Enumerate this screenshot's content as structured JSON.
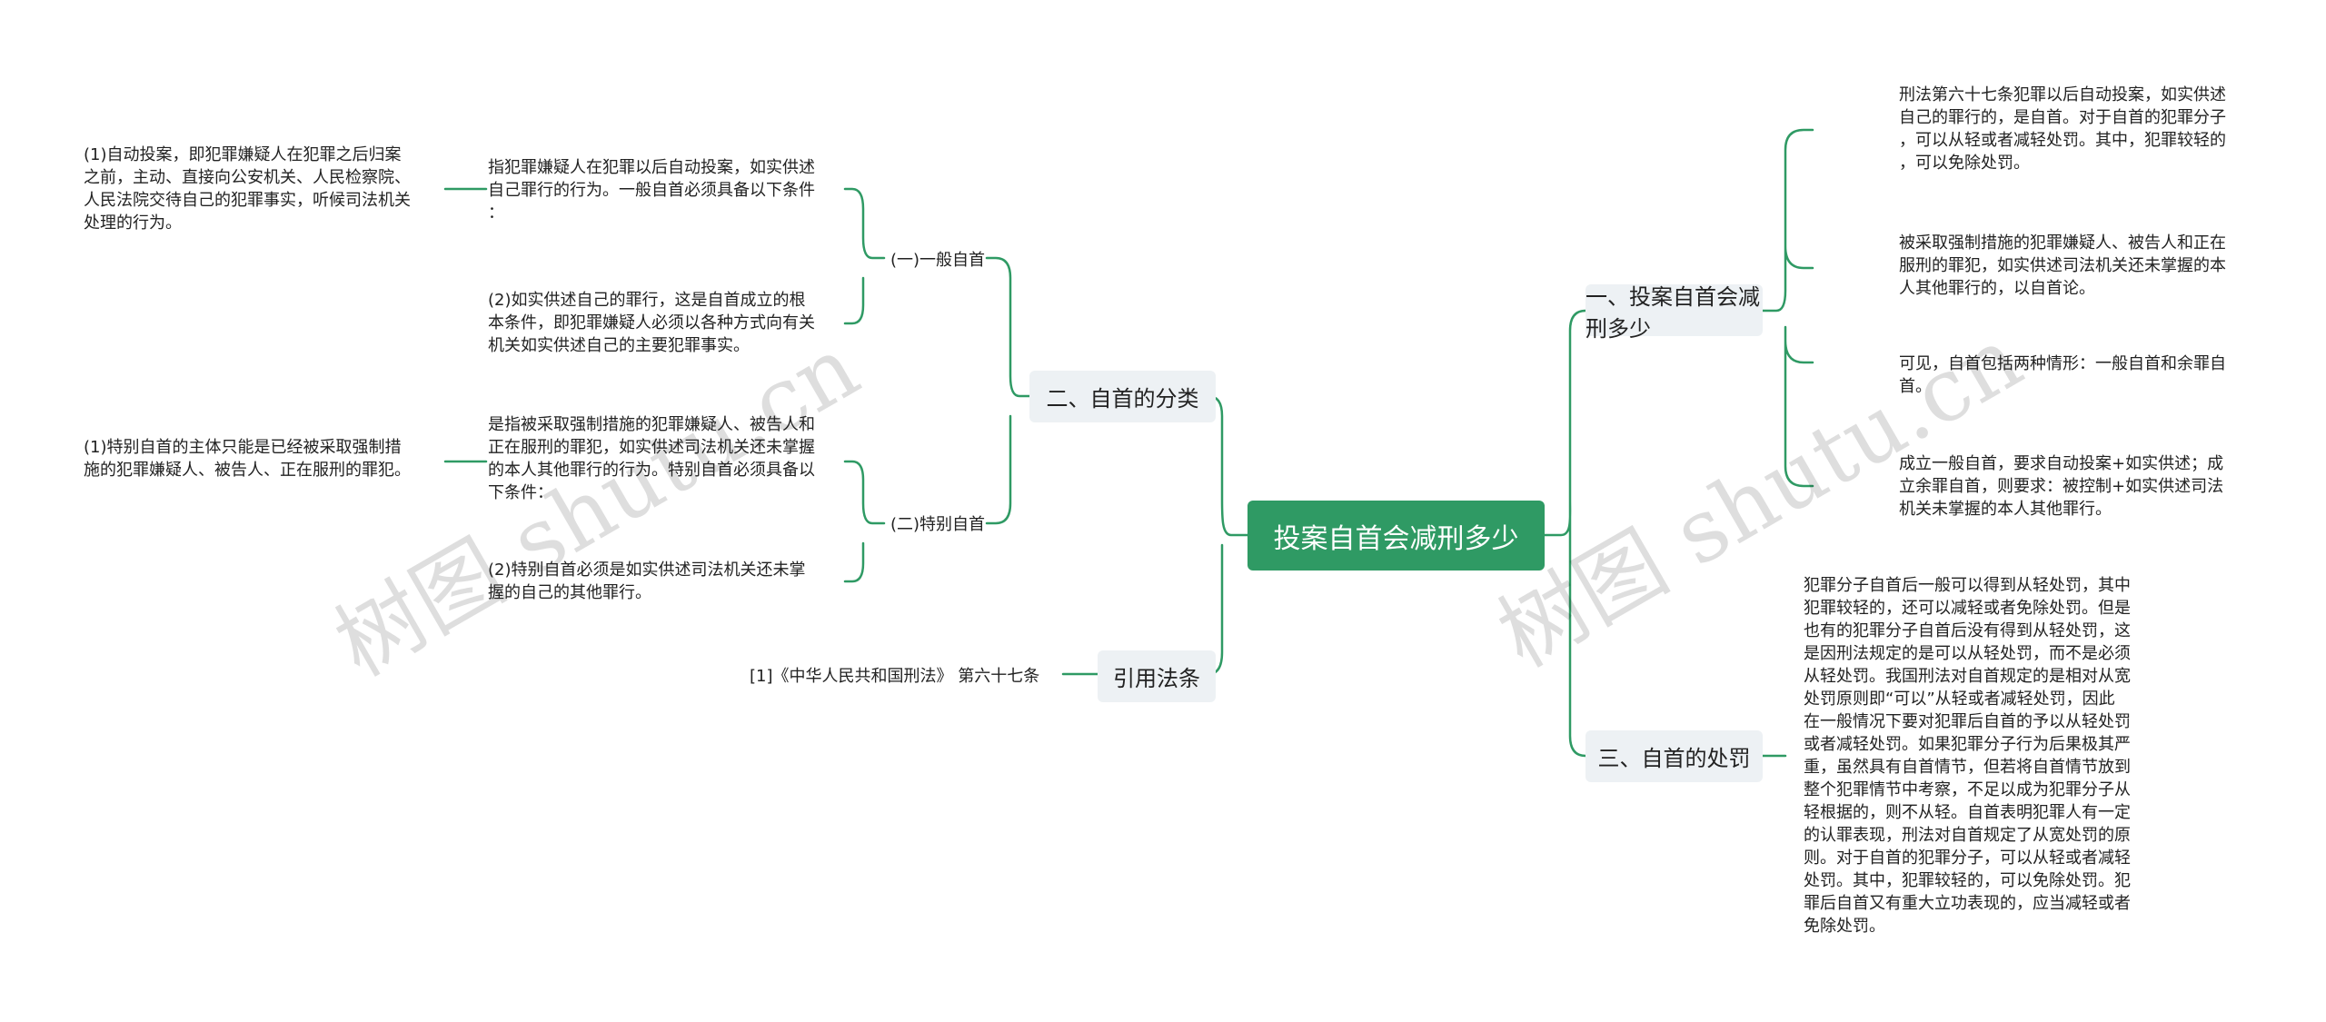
{
  "root": {
    "label": "投案自首会减刑多少"
  },
  "branches": {
    "right1": {
      "label": "一、投案自首会减刑多少",
      "leaves": [
        "刑法第六十七条犯罪以后自动投案，如实供述\n自己的罪行的，是自首。对于自首的犯罪分子\n，可以从轻或者减轻处罚。其中，犯罪较轻的\n，可以免除处罚。",
        "被采取强制措施的犯罪嫌疑人、被告人和正在\n服刑的罪犯，如实供述司法机关还未掌握的本\n人其他罪行的，以自首论。",
        "可见，自首包括两种情形：一般自首和余罪自\n首。",
        "成立一般自首，要求自动投案+如实供述；成\n立余罪自首，则要求：被控制+如实供述司法\n机关未掌握的本人其他罪行。"
      ]
    },
    "right2": {
      "label": "三、自首的处罚",
      "leaf": "犯罪分子自首后一般可以得到从轻处罚，其中\n犯罪较轻的，还可以减轻或者免除处罚。但是\n也有的犯罪分子自首后没有得到从轻处罚，这\n是因刑法规定的是可以从轻处罚，而不是必须\n从轻处罚。我国刑法对自首规定的是相对从宽\n处罚原则即“可以”从轻或者减轻处罚，因此\n在一般情况下要对犯罪后自首的予以从轻处罚\n或者减轻处罚。如果犯罪分子行为后果极其严\n重，虽然具有自首情节，但若将自首情节放到\n整个犯罪情节中考察，不足以成为犯罪分子从\n轻根据的，则不从轻。自首表明犯罪人有一定\n的认罪表现，刑法对自首规定了从宽处罚的原\n则。对于自首的犯罪分子，可以从轻或者减轻\n处罚。其中，犯罪较轻的，可以免除处罚。犯\n罪后自首又有重大立功表现的，应当减轻或者\n免除处罚。"
    },
    "left1": {
      "label": "二、自首的分类",
      "general": {
        "label": "(一)一般自首",
        "def": "指犯罪嫌疑人在犯罪以后自动投案，如实供述\n自己罪行的行为。一般自首必须具备以下条件\n：",
        "cond1": "(1)自动投案，即犯罪嫌疑人在犯罪之后归案\n之前，主动、直接向公安机关、人民检察院、\n人民法院交待自己的犯罪事实，听候司法机关\n处理的行为。",
        "cond2": "(2)如实供述自己的罪行，这是自首成立的根\n本条件，即犯罪嫌疑人必须以各种方式向有关\n机关如实供述自己的主要犯罪事实。"
      },
      "special": {
        "label": "(二)特别自首",
        "def": "是指被采取强制措施的犯罪嫌疑人、被告人和\n正在服刑的罪犯，如实供述司法机关还未掌握\n的本人其他罪行的行为。特别自首必须具备以\n下条件：",
        "cond1": "(1)特别自首的主体只能是已经被采取强制措\n施的犯罪嫌疑人、被告人、正在服刑的罪犯。",
        "cond2": "(2)特别自首必须是如实供述司法机关还未掌\n握的自己的其他罪行。"
      }
    },
    "left2": {
      "label": "引用法条",
      "leaf": "[1]《中华人民共和国刑法》 第六十七条"
    }
  },
  "watermark": "树图 shutu.cn",
  "colors": {
    "root_fill": "#2f9a64",
    "line": "#2f9a64",
    "node_fill": "#edf1f4"
  }
}
